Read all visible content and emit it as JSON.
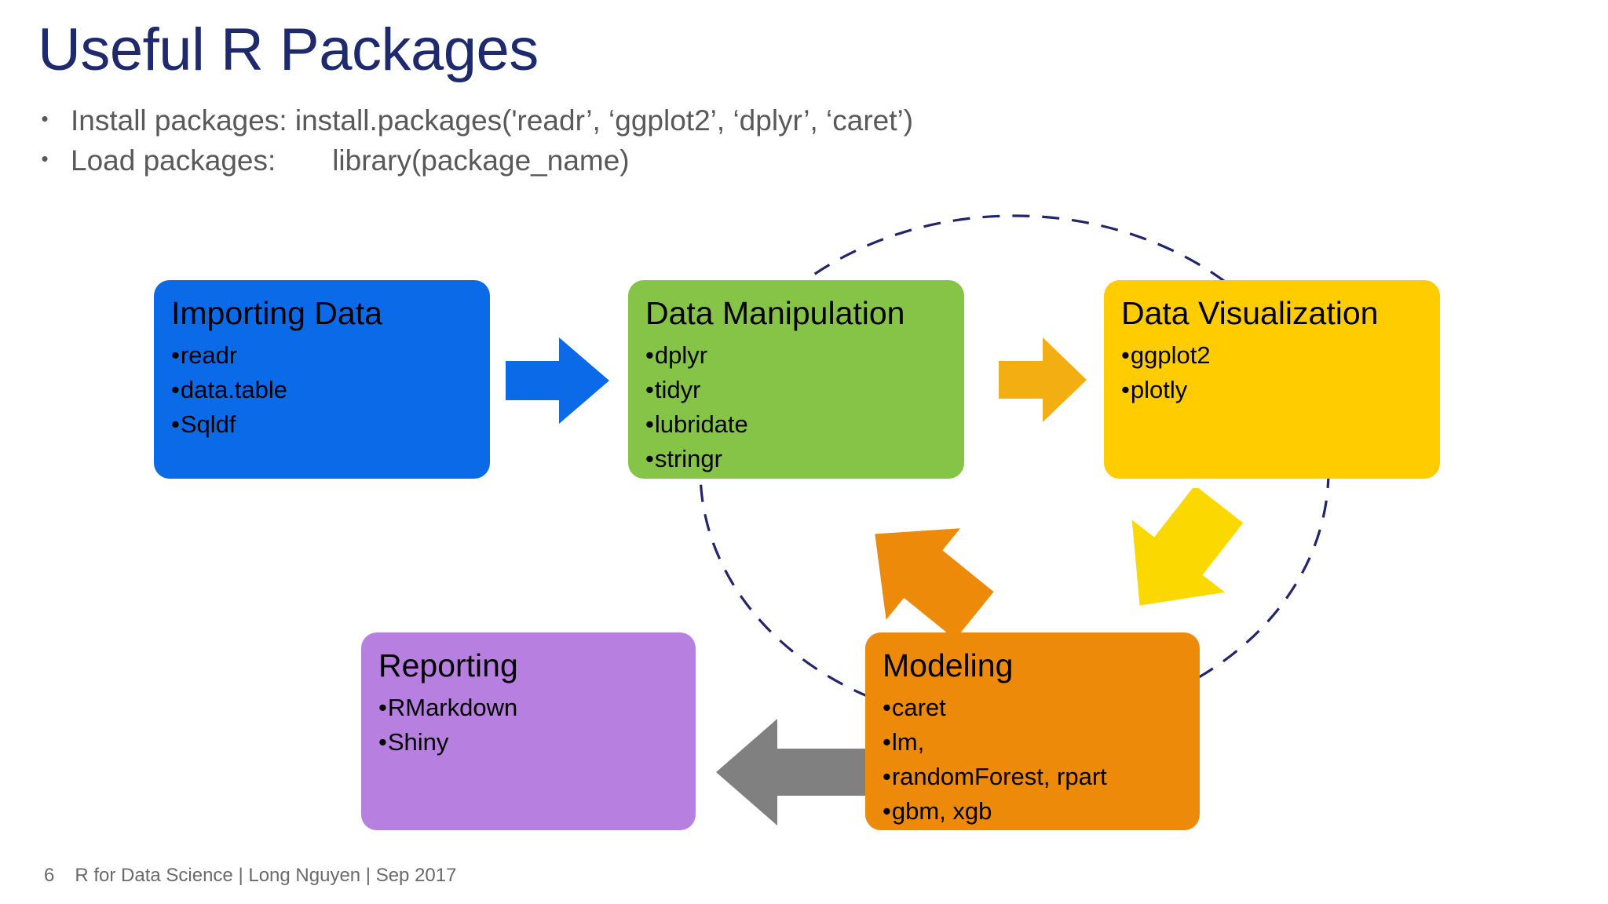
{
  "slide": {
    "title": "Useful R Packages",
    "title_color": "#1F2A6E",
    "background_color": "#FFFFFF"
  },
  "bullets": [
    {
      "marker": "•",
      "text": "Install packages: install.packages('readr’, ‘ggplot2’, ‘dplyr’, ‘caret’)"
    },
    {
      "marker": "•",
      "text": "Load packages:       library(package_name)"
    }
  ],
  "diagram": {
    "boxes": [
      {
        "id": "importing",
        "title": "Importing Data",
        "color": "#0B6AE8",
        "items": [
          "readr",
          "data.table",
          "Sqldf"
        ]
      },
      {
        "id": "manipulation",
        "title": "Data Manipulation",
        "color": "#85C446",
        "items": [
          "dplyr",
          "tidyr",
          "lubridate",
          "stringr"
        ]
      },
      {
        "id": "visualization",
        "title": "Data Visualization",
        "color": "#FFCC00",
        "items": [
          "ggplot2",
          "plotly"
        ]
      },
      {
        "id": "reporting",
        "title": "Reporting",
        "color": "#B77FE0",
        "items": [
          "RMarkdown",
          "Shiny"
        ]
      },
      {
        "id": "modeling",
        "title": "Modeling",
        "color": "#ED8A0A",
        "items": [
          "caret",
          "lm,",
          "randomForest, rpart",
          "gbm, xgb"
        ]
      }
    ],
    "bullet_marker": "•",
    "arrows": [
      {
        "id": "import-to-manip",
        "direction": "right",
        "color": "#0B6AE8"
      },
      {
        "id": "manip-to-viz",
        "direction": "right",
        "color": "#F3AE12"
      },
      {
        "id": "viz-to-model",
        "direction": "down-left",
        "color": "#FBD800"
      },
      {
        "id": "model-to-manip",
        "direction": "up-left",
        "color": "#ED8A0A"
      },
      {
        "id": "model-to-report",
        "direction": "left",
        "color": "#808080"
      }
    ],
    "cycle_path": {
      "style": "dashed",
      "color": "#21256B",
      "shape": "ellipse"
    }
  },
  "footer": {
    "page_number": "6",
    "text": "R for Data Science | Long Nguyen | Sep 2017"
  }
}
